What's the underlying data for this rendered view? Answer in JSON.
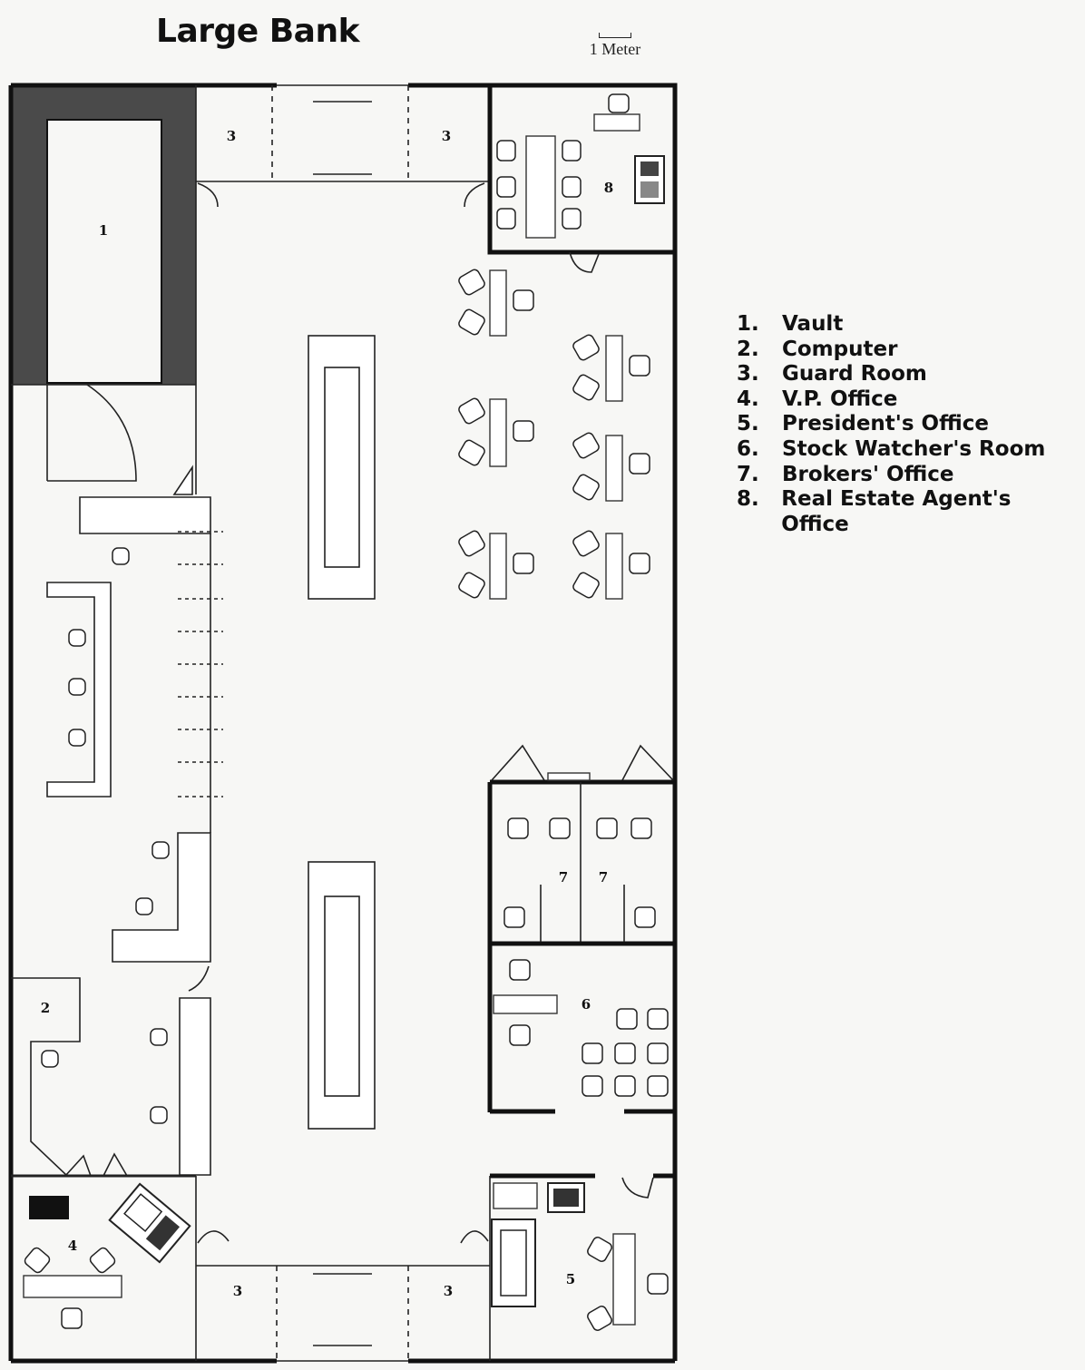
{
  "title": "Large Bank",
  "scale_label": "1 Meter",
  "legend": [
    {
      "num": "1.",
      "label": "Vault"
    },
    {
      "num": "2.",
      "label": "Computer"
    },
    {
      "num": "3.",
      "label": "Guard Room"
    },
    {
      "num": "4.",
      "label": "V.P. Office"
    },
    {
      "num": "5.",
      "label": "President's Office"
    },
    {
      "num": "6.",
      "label": "Stock Watcher's Room"
    },
    {
      "num": "7.",
      "label": "Brokers' Office"
    },
    {
      "num": "8.",
      "label": "Real Estate Agent's Office"
    }
  ],
  "room_labels": {
    "vault": "1",
    "computer": "2",
    "guard_nw": "3",
    "guard_ne": "3",
    "guard_sw": "3",
    "guard_se": "3",
    "vp_office": "4",
    "president_office": "5",
    "stock_room": "6",
    "broker_left": "7",
    "broker_right": "7",
    "real_estate": "8"
  }
}
